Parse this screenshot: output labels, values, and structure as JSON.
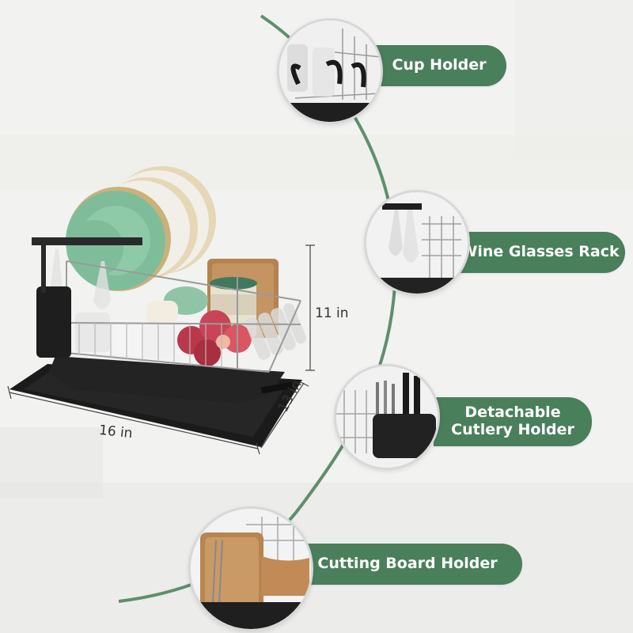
{
  "dimensions": {
    "height": "11 in",
    "width": "16 in",
    "depth": "13 in"
  },
  "features": [
    {
      "label": "Cup Holder"
    },
    {
      "label": "Wine Glasses Rack"
    },
    {
      "label": "Detachable\nCutlery Holder"
    },
    {
      "label": "Cutting Board Holder"
    }
  ],
  "colors": {
    "accent_green": "#4a7f5b",
    "curve_green": "#5e8f6c",
    "rack_black": "#1e1e1e",
    "plate_green": "#7fbd9a"
  }
}
